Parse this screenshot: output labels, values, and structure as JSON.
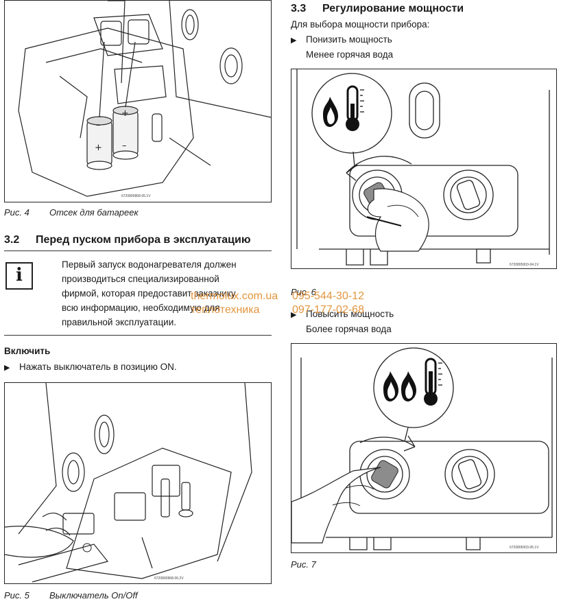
{
  "fig4": {
    "caption_num": "Рис. 4",
    "caption_text": "Отсек для батареек",
    "id": "6720800868-05.1V"
  },
  "section32": {
    "num": "3.2",
    "title": "Перед пуском прибора в эксплуатацию"
  },
  "info_icon": "i",
  "info_lines": [
    "Первый запуск водонагревателя должен",
    "производиться специализированной",
    "фирмой, которая предоставит заказчику",
    "всю информацию, необходимую для",
    "правильной эксплуатации."
  ],
  "switch_on": {
    "heading": "Включить",
    "bullet": "Нажать выключатель в позицию ON."
  },
  "fig5": {
    "caption_num": "Рис. 5",
    "caption_text": "Выключатель On/Off",
    "id": "6720800868-06.2V"
  },
  "section33": {
    "num": "3.3",
    "title": "Регулирование мощности"
  },
  "power_intro": "Для выбора мощности прибора:",
  "lower": {
    "bullet": "Понизить мощность",
    "sub": "Менее горячая вода"
  },
  "fig6": {
    "caption_num": "Рис. 6",
    "id": "6720805003-04.1V"
  },
  "raise": {
    "bullet": "Повысить мощность",
    "sub": "Более горячая вода"
  },
  "fig7": {
    "caption_num": "Рис. 7",
    "id": "6720805003-05.1V"
  },
  "watermark": {
    "line1_left": "thermolux.com.ua",
    "line1_right": "095-544-30-12",
    "line2_left": "теплотехника",
    "line2_right": "097-177-02-68"
  },
  "colors": {
    "watermark": "#e08a2a",
    "knob_grey": "#8c8c8c",
    "line": "#222222"
  }
}
